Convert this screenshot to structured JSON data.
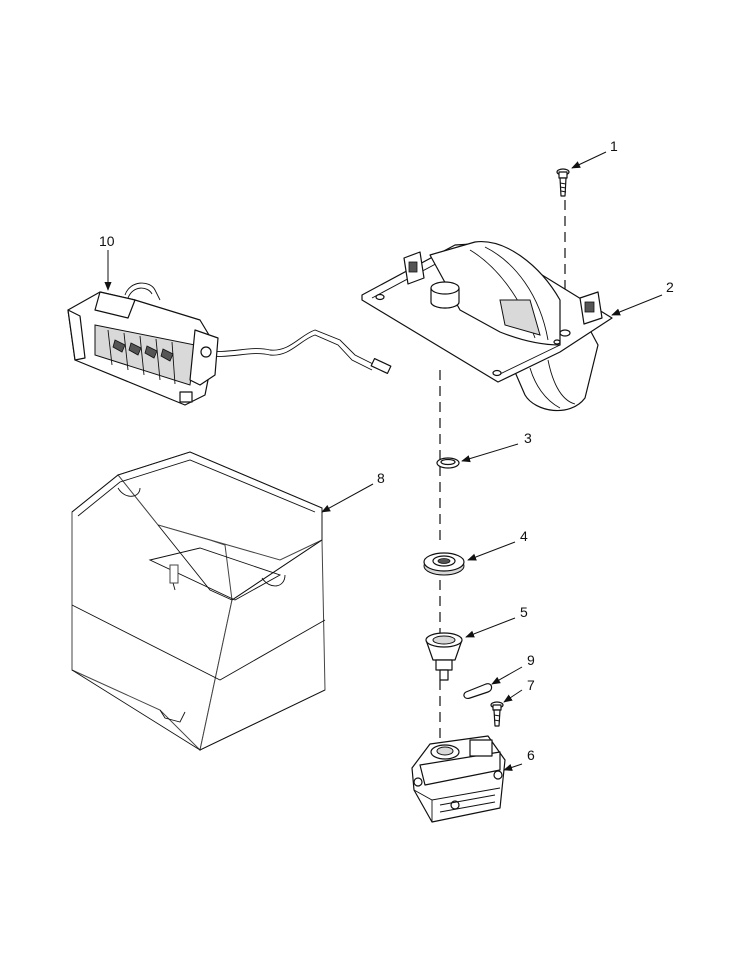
{
  "callouts": [
    {
      "id": "c1",
      "label": "1"
    },
    {
      "id": "c2",
      "label": "2"
    },
    {
      "id": "c3",
      "label": "3"
    },
    {
      "id": "c4",
      "label": "4"
    },
    {
      "id": "c5",
      "label": "5"
    },
    {
      "id": "c6",
      "label": "6"
    },
    {
      "id": "c7",
      "label": "7"
    },
    {
      "id": "c8",
      "label": "8"
    },
    {
      "id": "c9",
      "label": "9"
    },
    {
      "id": "c10",
      "label": "10"
    }
  ],
  "colors": {
    "line": "#111111",
    "shade": "#d9d9d9",
    "background": "#ffffff"
  }
}
